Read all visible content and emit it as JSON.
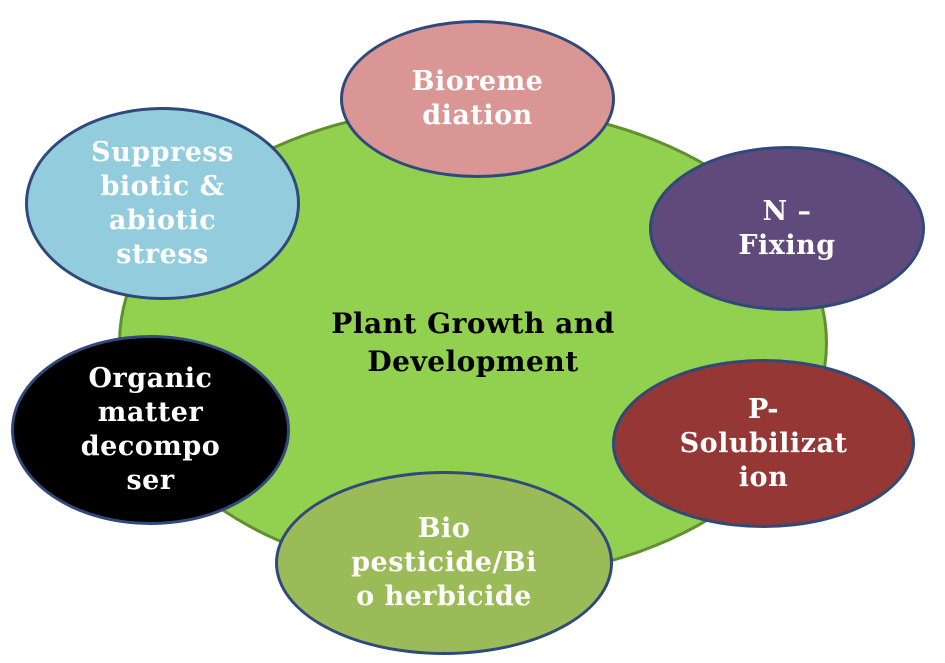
{
  "diagram": {
    "center": {
      "label": "Plant Growth and\nDevelopment",
      "fill": "#92d050"
    },
    "nodes": [
      {
        "id": "bioremediation",
        "label": "Bioreme\ndiation",
        "fill": "#d99694"
      },
      {
        "id": "n-fixing",
        "label": "N –\nFixing",
        "fill": "#604a7b"
      },
      {
        "id": "p-solubilization",
        "label": "P-\nSolubilizat\nion",
        "fill": "#953735"
      },
      {
        "id": "biopesticide",
        "label": "Bio\npesticide/Bi\no herbicide",
        "fill": "#9bbb59"
      },
      {
        "id": "organic-matter",
        "label": "Organic\nmatter\ndecompo\nser",
        "fill": "#000000"
      },
      {
        "id": "suppress-stress",
        "label": "Suppress\nbiotic &\nabiotic\nstress",
        "fill": "#93cddd"
      }
    ],
    "outline_color": "#2f4a7a"
  }
}
